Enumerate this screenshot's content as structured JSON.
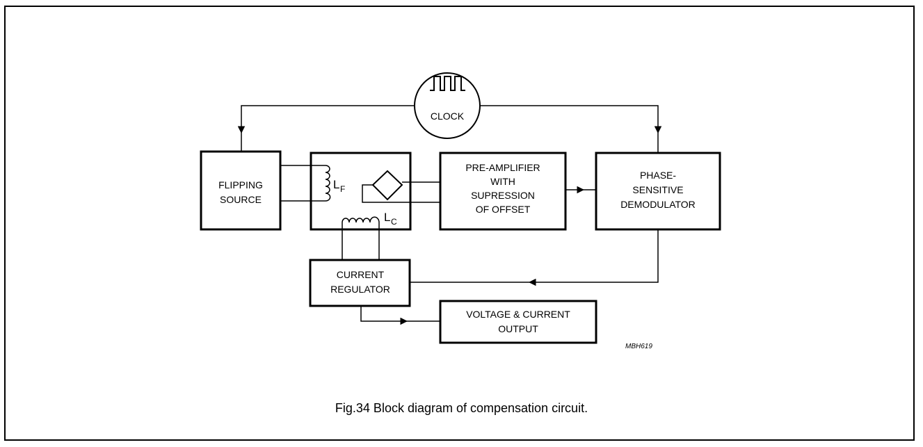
{
  "diagram": {
    "clock_label": "CLOCK",
    "blocks": {
      "flipping_source": [
        "FLIPPING",
        "SOURCE"
      ],
      "pre_amplifier": [
        "PRE-AMPLIFIER",
        "WITH",
        "SUPRESSION",
        "OF OFFSET"
      ],
      "phase_demodulator": [
        "PHASE-",
        "SENSITIVE",
        "DEMODULATOR"
      ],
      "current_regulator": [
        "CURRENT",
        "REGULATOR"
      ],
      "output": [
        "VOLTAGE & CURRENT",
        "OUTPUT"
      ]
    },
    "coil_f": {
      "main": "L",
      "sub": "F"
    },
    "coil_c": {
      "main": "L",
      "sub": "C"
    },
    "ref_code": "MBH619"
  },
  "caption": "Fig.34  Block diagram of compensation circuit."
}
